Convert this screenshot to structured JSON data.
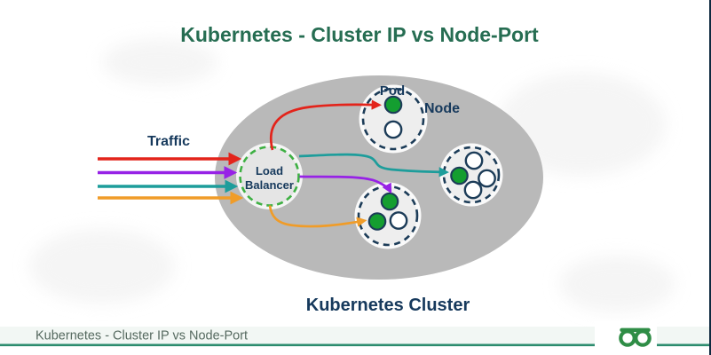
{
  "title": "Kubernetes - Cluster IP vs Node-Port",
  "colors": {
    "title_green": "#266d52",
    "navy_text": "#16395c",
    "cluster_gray": "#b9b9b9",
    "node_fill": "#eeeeee",
    "node_border": "#1c3c58",
    "pod_green": "#149e30",
    "lb_fill": "#e5e5e5",
    "lb_border": "#3eb043",
    "arrow_red": "#e3241b",
    "arrow_purple": "#9722e6",
    "arrow_teal": "#1d9d9b",
    "arrow_orange": "#f09c28",
    "footer_band": "#f2f7f4",
    "footer_line": "#2c8c6e",
    "footer_text": "#566a60",
    "logo_green": "#2f8d46"
  },
  "diagram": {
    "traffic_label": "Traffic",
    "load_balancer": {
      "line1": "Load",
      "line2": "Balancer"
    },
    "pod_label": "Pod",
    "node_label": "Node",
    "cluster_label": "Kubernetes Cluster",
    "traffic_flows": [
      {
        "color_name": "red",
        "target": "green pod in top node"
      },
      {
        "color_name": "purple",
        "target": "top green pod in bottom node"
      },
      {
        "color_name": "teal",
        "target": "green pod in right node"
      },
      {
        "color_name": "orange",
        "target": "left green pod in bottom node"
      }
    ],
    "nodes": [
      {
        "id": "node-top",
        "pods": [
          "green",
          "white"
        ]
      },
      {
        "id": "node-right",
        "pods": [
          "white",
          "green",
          "white",
          "white"
        ]
      },
      {
        "id": "node-bottom",
        "pods": [
          "green",
          "green",
          "white"
        ]
      }
    ]
  },
  "footer": {
    "caption": "Kubernetes - Cluster IP vs Node-Port",
    "logo_name": "geeksforgeeks-logo"
  }
}
